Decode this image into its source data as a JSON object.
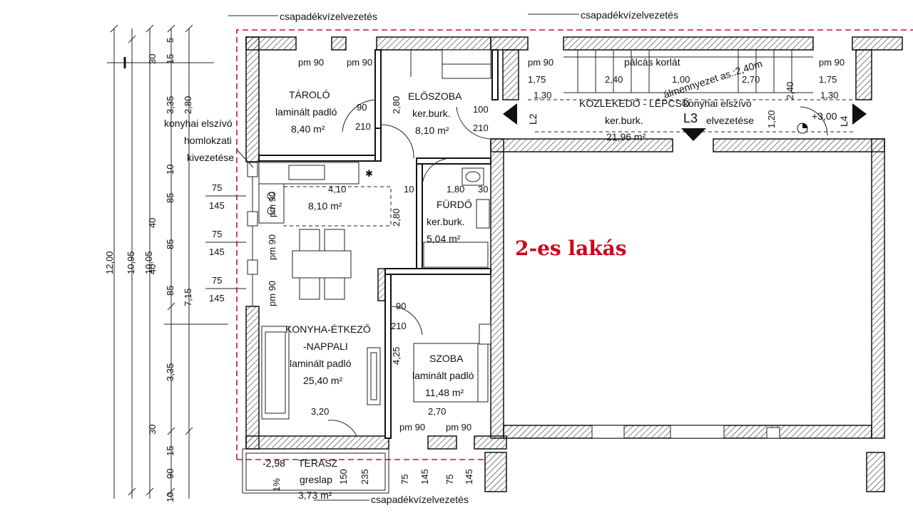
{
  "plan_title": "2-es lakás",
  "rooms": {
    "taroló": {
      "name": "TÁROLÓ",
      "floor": "laminált padló",
      "area": "8,40 m²"
    },
    "eloszoba": {
      "name": "ELŐSZOBA",
      "floor": "ker.burk.",
      "area": "8,10 m²"
    },
    "kozlekedo": {
      "name": "KÖZLEKEDŐ - LÉPCSŐ",
      "floor": "ker.burk.",
      "area": "21,96 m²"
    },
    "konyha": {
      "name": "KONYHA-ÉTKEZŐ",
      "name2": "-NAPPALI",
      "floor": "laminált padló",
      "area": "25,40 m²"
    },
    "furdo": {
      "name": "FÜRDŐ",
      "floor": "ker.burk.",
      "area": "5,04 m²"
    },
    "szoba": {
      "name": "SZOBA",
      "floor": "laminált padló",
      "area": "11,48 m²"
    },
    "terasz": {
      "name": "TERASZ",
      "floor": "greslap",
      "area": "3,73 m²",
      "level": "-2,98",
      "slope": "1%"
    },
    "kitchen_extra": {
      "area": "8,10 m²"
    }
  },
  "notes": {
    "csapadek_top_left": "csapadékvízelvezetés",
    "csapadek_top_right": "csapadékvízelvezetés",
    "csapadek_bottom": "csapadékvízelvezetés",
    "palcas_korlat": "pálcás korlát",
    "almennyezet": "álmennyezet as.:2,40m",
    "konyhai_elszivo_1": "konyhai elszívó",
    "homlokzati": "homlokzati",
    "kivezetese": "kivezetése",
    "konyhai_elszivo_2": "konyhai elszívó",
    "elvezetese": "elvezetése",
    "level_plus": "+3,00",
    "section_l2": "L2",
    "section_l3": "L3",
    "section_l4": "L4"
  },
  "openings": {
    "pm90_a": "pm 90",
    "pm90_b": "pm 90",
    "pm90_c": "pm 90",
    "pm90_d": "pm 90",
    "pm90_e": "pm 90",
    "pm90_f": "pm 90",
    "pm90_g": "pm 90",
    "pm90_h": "pm 90",
    "pm90_i": "pm 90"
  },
  "dimensions": {
    "d90": "90",
    "d210": "210",
    "d280": "2,80",
    "d100": "100",
    "d210b": "210",
    "d175a": "1,75",
    "d130a": "1,30",
    "d240": "2,40",
    "d100b": "1,00",
    "d270": "2,70",
    "d175b": "1,75",
    "d130b": "1,30",
    "d120": "1,20",
    "d240b": "2,40",
    "d410": "4,10",
    "d10": "10",
    "d180": "1,80",
    "d30": "30",
    "d280b": "2,80",
    "d75a": "75",
    "d145a": "145",
    "d75b": "75",
    "d145b": "145",
    "d75c": "75",
    "d145c": "145",
    "d425": "4,25",
    "d320": "3,20",
    "d270b": "2,70",
    "d90b": "90",
    "d210c": "210",
    "d150": "150",
    "d235": "235",
    "d75d": "75",
    "d145d": "145",
    "d75e": "75",
    "d145e": "145",
    "left_chain_1": [
      "5",
      "15",
      "30",
      "3,35",
      "10",
      "85",
      "40",
      "85",
      "40",
      "85",
      "3,35",
      "30",
      "15",
      "90",
      "10"
    ],
    "left_total_a": "10,95",
    "left_total_b": "10,05",
    "left_total_c": "12,00",
    "left_total_d": "7,15",
    "left_total_e": "2,80"
  }
}
